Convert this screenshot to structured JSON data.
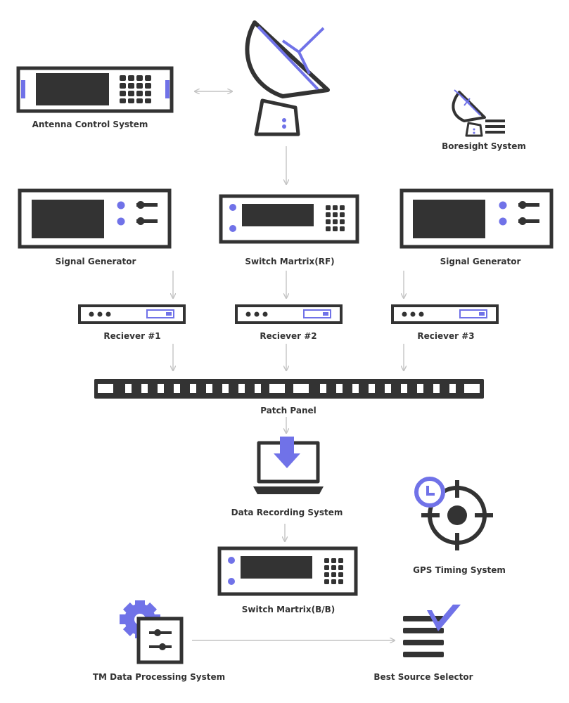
{
  "colors": {
    "dark": "#333333",
    "accent": "#7072e8",
    "arrow": "#c4c4c4",
    "background": "#ffffff"
  },
  "nodes": {
    "antenna_control": {
      "label": "Antenna Control System",
      "icon": "rack-device-icon"
    },
    "antenna": {
      "label": "",
      "icon": "satellite-dish-icon"
    },
    "boresight": {
      "label": "Boresight System",
      "icon": "boresight-dish-icon"
    },
    "signal_gen_left": {
      "label": "Signal Generator",
      "icon": "signal-generator-icon"
    },
    "switch_rf": {
      "label": "Switch Martrix(RF)",
      "icon": "switch-matrix-icon"
    },
    "signal_gen_right": {
      "label": "Signal Generator",
      "icon": "signal-generator-icon"
    },
    "receiver_1": {
      "label": "Reciever #1",
      "icon": "receiver-icon"
    },
    "receiver_2": {
      "label": "Reciever #2",
      "icon": "receiver-icon"
    },
    "receiver_3": {
      "label": "Reciever #3",
      "icon": "receiver-icon"
    },
    "patch_panel": {
      "label": "Patch Panel",
      "icon": "patch-panel-icon"
    },
    "data_recording": {
      "label": "Data Recording System",
      "icon": "laptop-download-icon"
    },
    "gps_timing": {
      "label": "GPS Timing System",
      "icon": "crosshair-clock-icon"
    },
    "switch_bb": {
      "label": "Switch Martrix(B/B)",
      "icon": "switch-matrix-icon"
    },
    "tm_processing": {
      "label": "TM Data Processing System",
      "icon": "gear-sliders-icon"
    },
    "best_source": {
      "label": "Best Source Selector",
      "icon": "checklist-icon"
    }
  },
  "connections": [
    {
      "from": "antenna_control",
      "to": "antenna",
      "style": "bidirectional"
    },
    {
      "from": "antenna",
      "to": "switch_rf"
    },
    {
      "from": "signal_gen_left",
      "to": "receiver_1"
    },
    {
      "from": "switch_rf",
      "to": "receiver_2"
    },
    {
      "from": "signal_gen_right",
      "to": "receiver_3"
    },
    {
      "from": "receiver_1",
      "to": "patch_panel"
    },
    {
      "from": "receiver_2",
      "to": "patch_panel"
    },
    {
      "from": "receiver_3",
      "to": "patch_panel"
    },
    {
      "from": "patch_panel",
      "to": "data_recording"
    },
    {
      "from": "data_recording",
      "to": "switch_bb"
    },
    {
      "from": "tm_processing",
      "to": "best_source"
    }
  ]
}
